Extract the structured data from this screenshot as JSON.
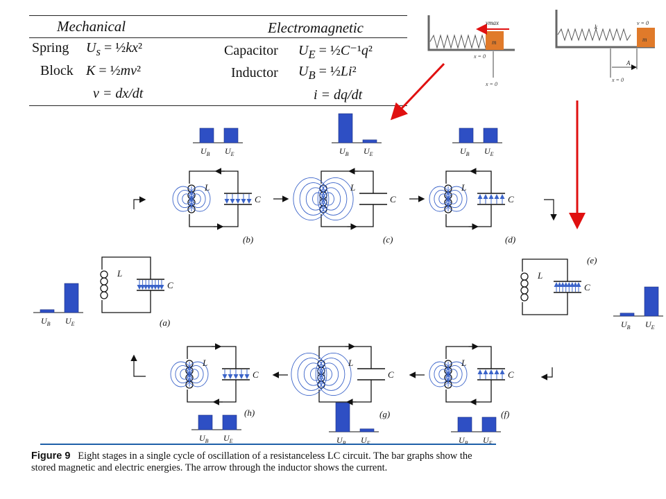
{
  "table": {
    "col_mechanical": "Mechanical",
    "col_electromagnetic": "Electromagnetic",
    "rows": [
      {
        "mech_name": "Spring",
        "mech_formula": "Us = ½kx²",
        "em_name": "Capacitor",
        "em_formula": "UE = ½C⁻¹q²"
      },
      {
        "mech_name": "Block",
        "mech_formula": "K = ½mv²",
        "em_name": "Inductor",
        "em_formula": "UB = ½Li²"
      },
      {
        "mech_name": "",
        "mech_formula": "v = dx/dt",
        "em_name": "",
        "em_formula": "i = dq/dt"
      }
    ]
  },
  "springs": {
    "left": {
      "velocity_label": "vmax",
      "mass_label": "m",
      "position_label": "x = 0",
      "position_label_2": "x = 0"
    },
    "right": {
      "k_label": "k",
      "velocity_label": "v = 0",
      "mass_label": "m",
      "amplitude_label": "A",
      "position_label": "x = 0"
    }
  },
  "stages": [
    {
      "id": "a",
      "label": "(a)",
      "UB": 0.1,
      "UE": 1.0
    },
    {
      "id": "b",
      "label": "(b)",
      "UB": 0.5,
      "UE": 0.5
    },
    {
      "id": "c",
      "label": "(c)",
      "UB": 1.0,
      "UE": 0.1
    },
    {
      "id": "d",
      "label": "(d)",
      "UB": 0.5,
      "UE": 0.5
    },
    {
      "id": "e",
      "label": "(e)",
      "UB": 0.1,
      "UE": 1.0
    },
    {
      "id": "f",
      "label": "(f)",
      "UB": 0.5,
      "UE": 0.5
    },
    {
      "id": "g",
      "label": "(g)",
      "UB": 1.0,
      "UE": 0.1
    },
    {
      "id": "h",
      "label": "(h)",
      "UB": 0.5,
      "UE": 0.5
    }
  ],
  "labels": {
    "inductor": "L",
    "capacitor": "C",
    "ub": "UB",
    "ue": "UE"
  },
  "colors": {
    "bar": "#2e4fc4",
    "field": "#3a63c9",
    "red_arrow": "#e01010",
    "block": "#e07a2a"
  },
  "caption": {
    "figure": "Figure 9",
    "text": "Eight stages in a single cycle of oscillation of a resistanceless LC circuit. The bar graphs show the stored magnetic and electric energies. The arrow through the inductor shows the current."
  }
}
